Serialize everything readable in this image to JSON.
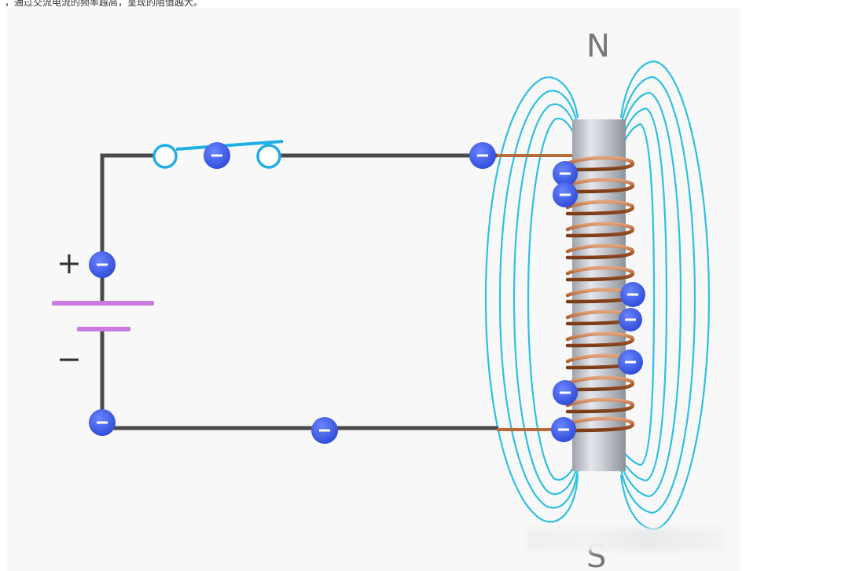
{
  "caption": {
    "text": "，通过交流电流的频率越高，呈现的阻值越大。"
  },
  "diagram": {
    "north_label": "N",
    "south_label": "S",
    "battery_plus": "+",
    "battery_minus": "−",
    "electron_symbol": "−",
    "colors": {
      "wire": "#4a4a4a",
      "field_lines": "#2fc0e0",
      "switch": "#1faee6",
      "battery_plate": "#c97be0",
      "coil": "#b86a3a",
      "core": "#b8bcc4",
      "electron": "#3a5ae8"
    },
    "icons": [
      "switch-icon",
      "battery-icon",
      "coil-icon",
      "electron-icon",
      "magnetic-field-icon"
    ]
  }
}
